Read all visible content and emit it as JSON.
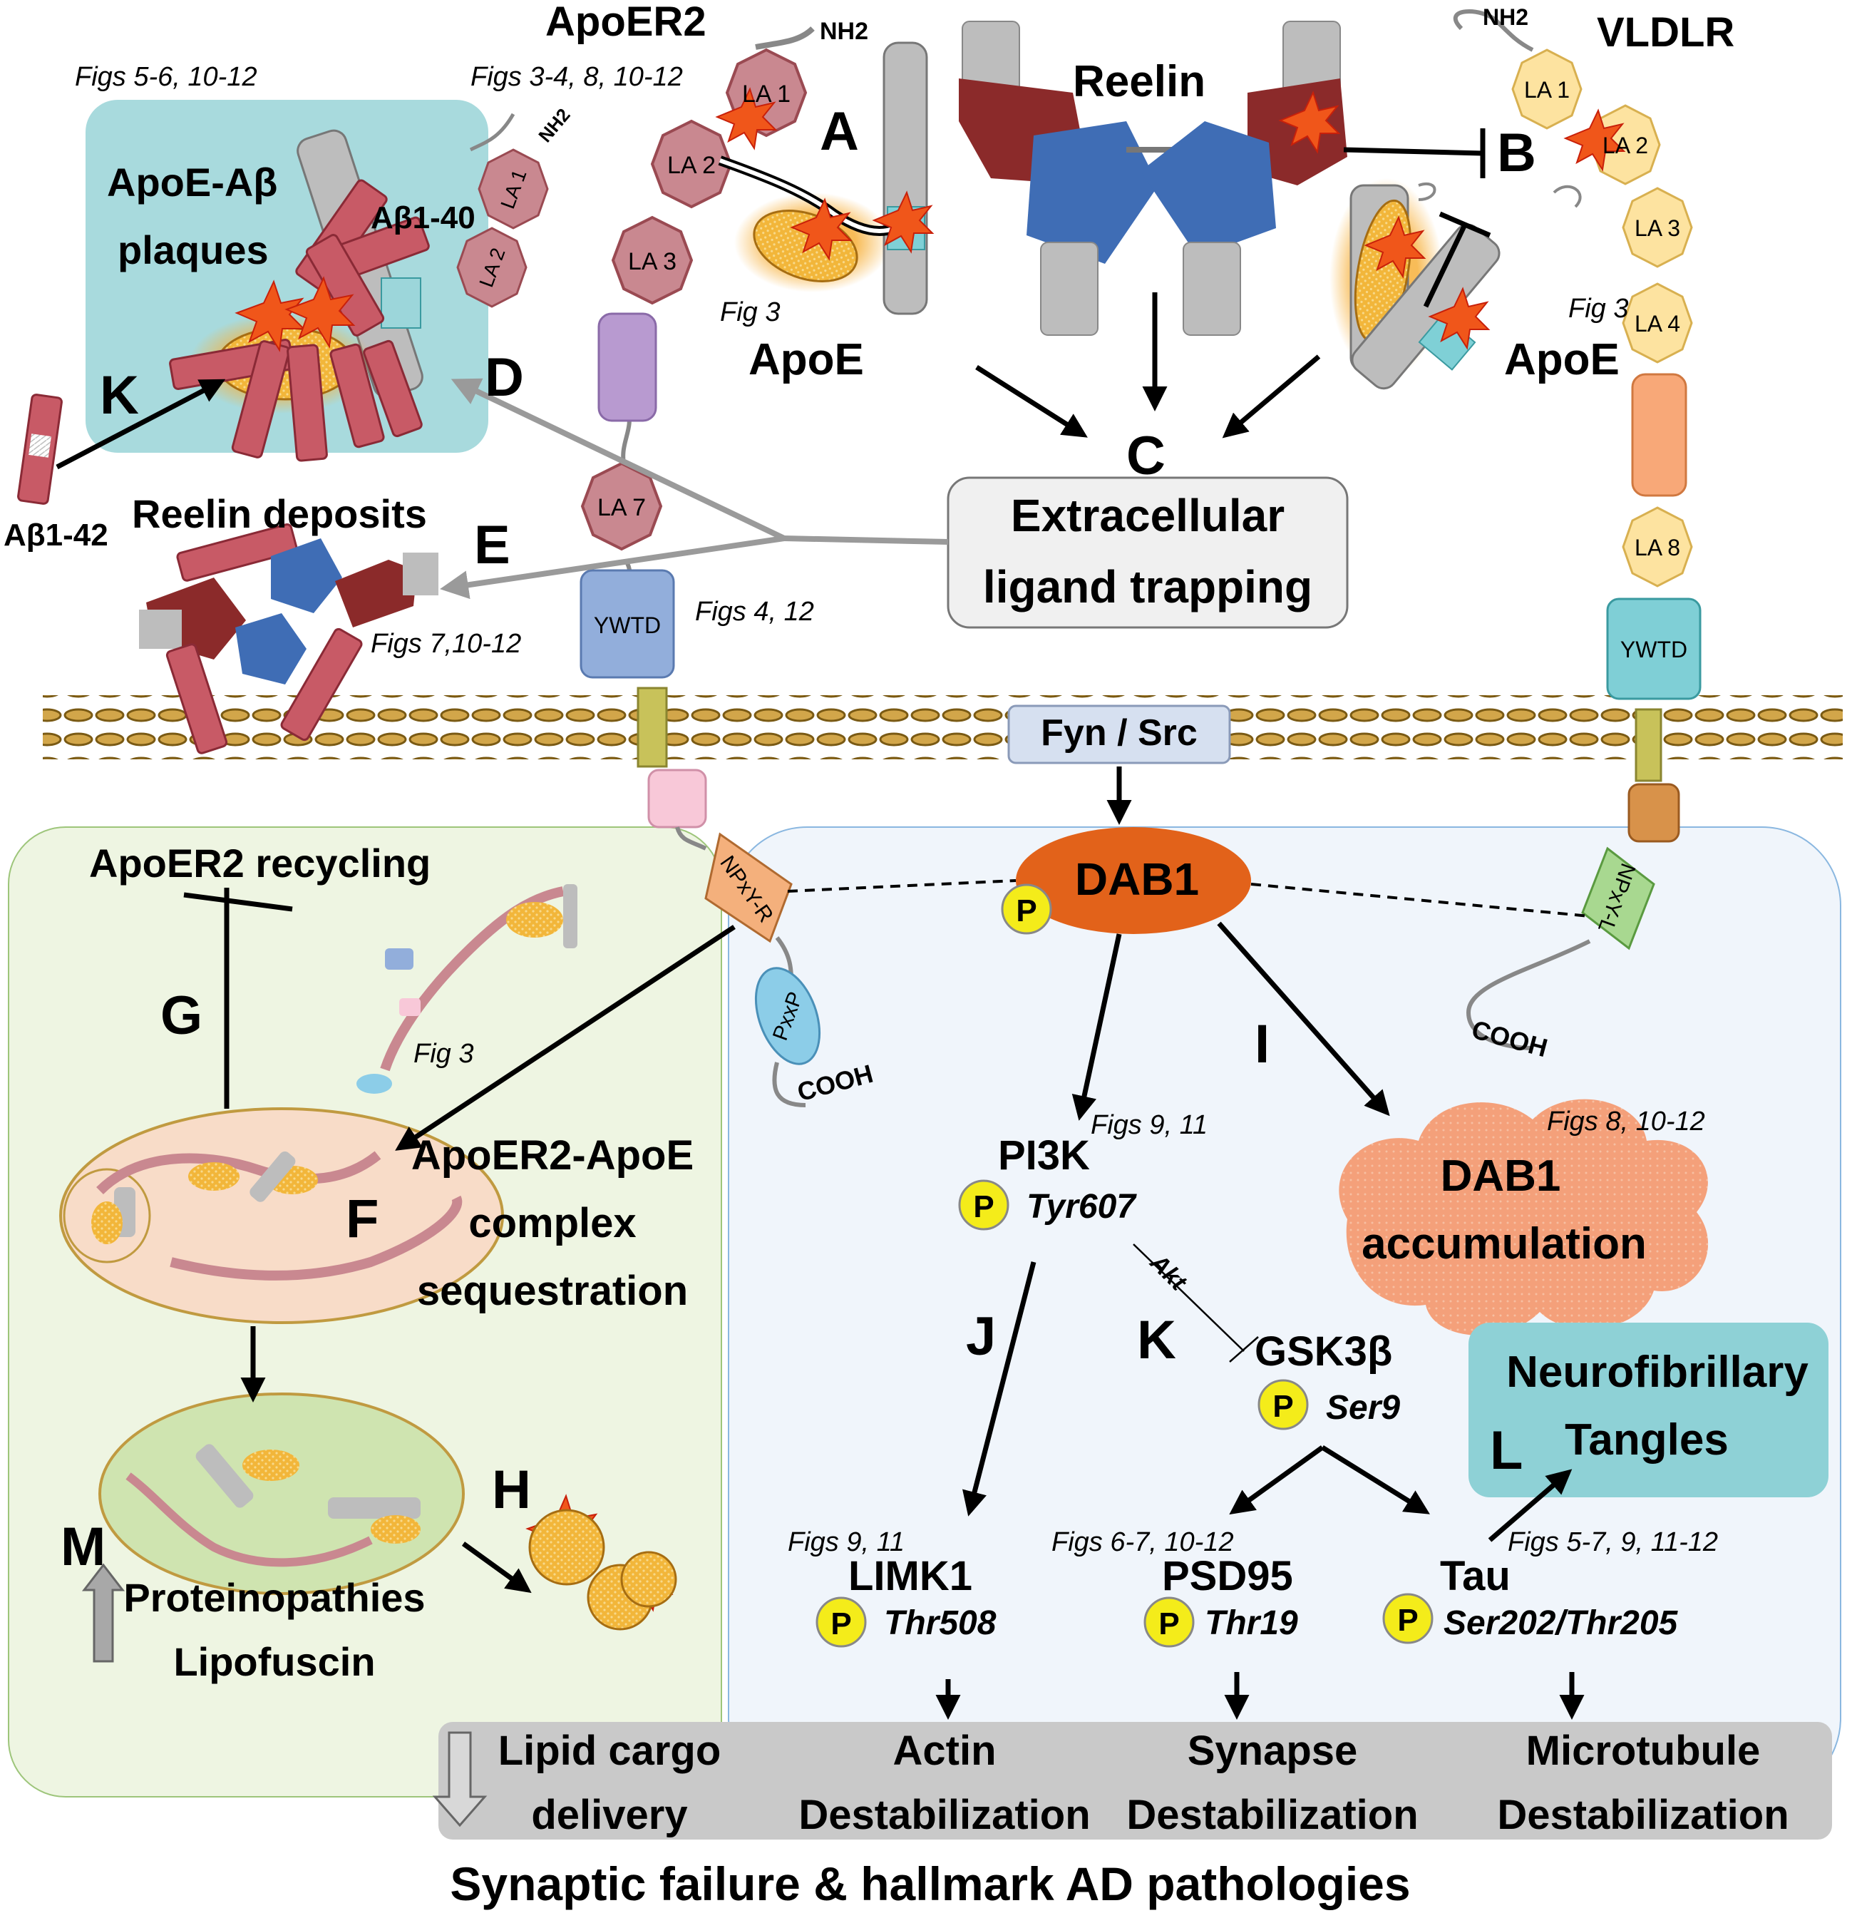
{
  "labels": {
    "apoer2": "ApoER2",
    "vldlr": "VLDLR",
    "reelin": "Reelin",
    "apoe_left": "ApoE",
    "apoe_right": "ApoE",
    "apoe_abeta_line1": "ApoE-Aβ",
    "apoe_abeta_line2": "plaques",
    "abeta_1_40": "Aβ1-40",
    "abeta_1_42": "Aβ1-42",
    "reelin_deposits": "Reelin deposits",
    "trapping_line1": "Extracellular",
    "trapping_line2": "ligand trapping",
    "fyn_src": "Fyn / Src",
    "dab1": "DAB1",
    "apoer2_recycling": "ApoER2 recycling",
    "sequestration_line1": "ApoER2-ApoE",
    "sequestration_line2": "complex",
    "sequestration_line3": "sequestration",
    "pi3k": "PI3K",
    "pi3k_site": "Tyr607",
    "akt": "Akt",
    "gsk3b": "GSK3β",
    "gsk3b_site": "Ser9",
    "dab1_acc_line1": "DAB1",
    "dab1_acc_line2": "accumulation",
    "nft_line1": "Neurofibrillary",
    "nft_line2": "Tangles",
    "limk1": "LIMK1",
    "limk1_site": "Thr508",
    "psd95": "PSD95",
    "psd95_site": "Thr19",
    "tau": "Tau",
    "tau_site": "Ser202/Thr205",
    "proteinopathies_line1": "Proteinopathies",
    "proteinopathies_line2": "Lipofuscin",
    "lipid_line1": "Lipid cargo",
    "lipid_line2": "delivery",
    "actin_line1": "Actin",
    "actin_line2": "Destabilization",
    "synapse_line1": "Synapse",
    "synapse_line2": "Destabilization",
    "microtubule_line1": "Microtubule",
    "microtubule_line2": "Destabilization",
    "bottom_title": "Synaptic failure & hallmark AD pathologies",
    "p": "P",
    "nh2": "NH2",
    "cooh": "COOH"
  },
  "domains": {
    "la1": "LA 1",
    "la2": "LA 2",
    "la3": "LA 3",
    "la4": "LA 4",
    "la7": "LA 7",
    "la8": "LA 8",
    "ywtd": "YWTD",
    "npxyr": "NPxY-R",
    "npxyl": "NPxY-L",
    "pxxp": "PxxP"
  },
  "letters": {
    "A": "A",
    "B": "B",
    "C": "C",
    "D": "D",
    "E": "E",
    "F": "F",
    "G": "G",
    "H": "H",
    "I": "I",
    "J": "J",
    "K1": "K",
    "K2": "K",
    "L": "L",
    "M": "M"
  },
  "figrefs": {
    "plaques": "Figs 5-6, 10-12",
    "apoer2": "Figs 3-4, 8, 10-12",
    "apoe_left": "Fig 3",
    "apoe_right": "Fig 3",
    "ywtd": "Figs 4, 12",
    "reelin_dep": "Figs 7,10-12",
    "seq": "Fig 3",
    "pi3k": "Figs 9, 11",
    "dab1_acc": "Figs 8, 10-12",
    "limk1": "Figs 9, 11",
    "psd95": "Figs 6-7, 10-12",
    "tau": "Figs 5-7, 9, 11-12"
  },
  "colors": {
    "la_red": "#c98890",
    "la_yellow": "#fde3a0",
    "ywtd_blue": "#92aedb",
    "ywtd_teal": "#7fcfd6",
    "reelin_dark": "#8b2a2a",
    "reelin_blue": "#3f6db5",
    "dab1_orange": "#e2621a",
    "p_yellow": "#f4ec1a",
    "plaque_teal": "#a8dadd",
    "green_panel": "#eef5e2",
    "cyto_blue": "#f0f5fb",
    "bottom_gray": "#c9c9c9"
  }
}
